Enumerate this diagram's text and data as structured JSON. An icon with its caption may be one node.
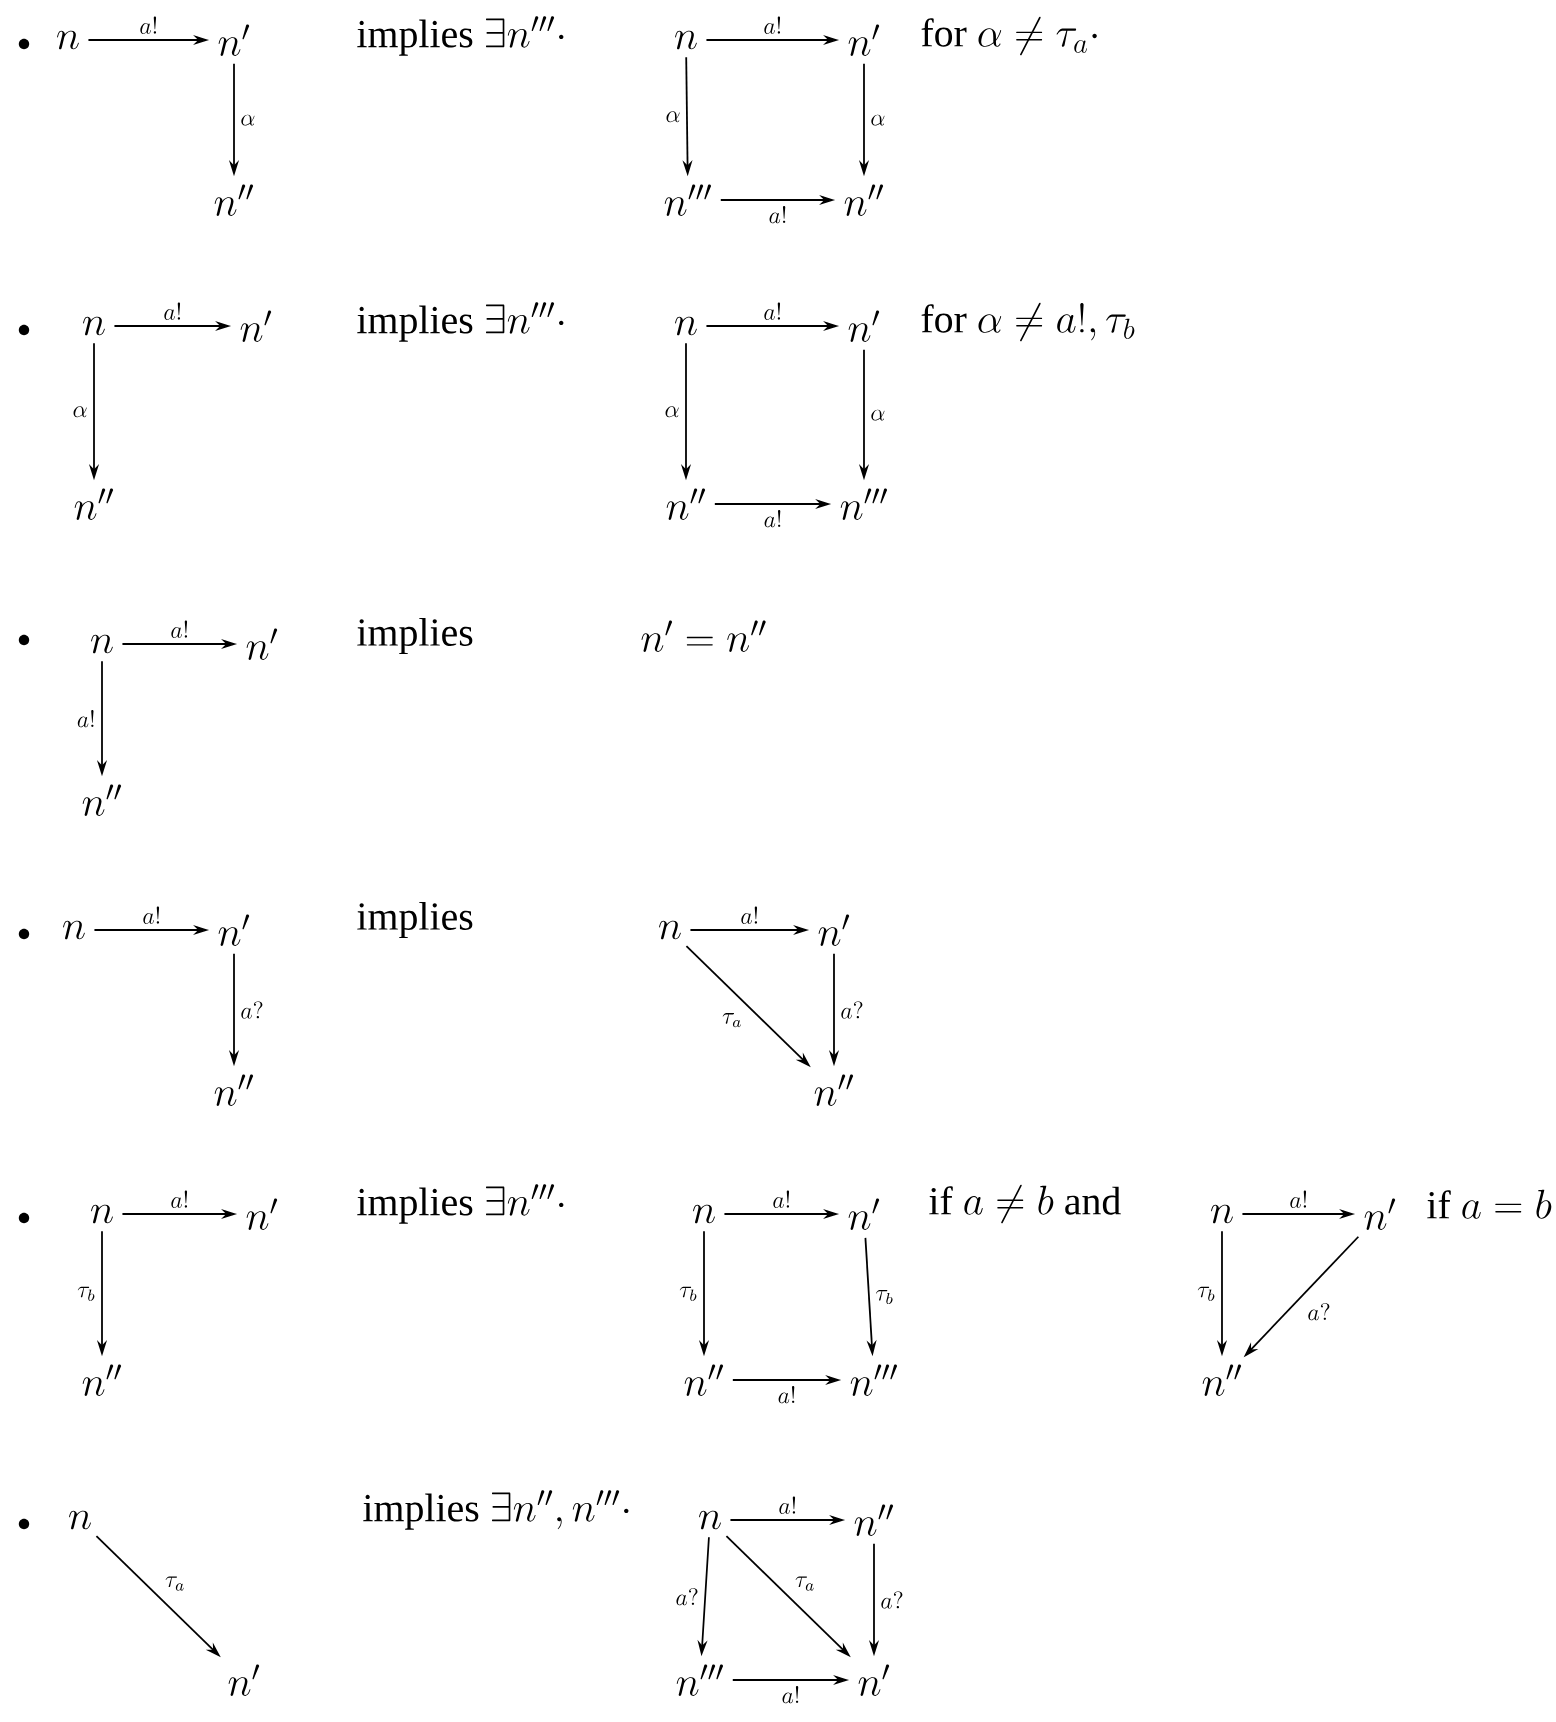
{
  "diagram": {
    "nodes": [
      {
        "text": [
          "n"
        ]
      },
      {
        "text": [
          "n'"
        ]
      },
      {
        "text": [
          "n''"
        ]
      },
      {
        "text": [
          "n"
        ]
      },
      {
        "text": [
          "n'"
        ]
      },
      {
        "text": [
          "n'''"
        ]
      },
      {
        "text": [
          "n''"
        ]
      },
      {
        "text": [
          "n"
        ]
      },
      {
        "text": [
          "n'"
        ]
      },
      {
        "text": [
          "n''"
        ]
      },
      {
        "text": [
          "n"
        ]
      },
      {
        "text": [
          "n'"
        ]
      },
      {
        "text": [
          "n''"
        ]
      },
      {
        "text": [
          "n'''"
        ]
      },
      {
        "text": [
          "n"
        ]
      },
      {
        "text": [
          "n'"
        ]
      },
      {
        "text": [
          "n''"
        ]
      },
      {
        "text": [
          "n"
        ]
      },
      {
        "text": [
          "n'"
        ]
      },
      {
        "text": [
          "n''"
        ]
      },
      {
        "text": [
          "n"
        ]
      },
      {
        "text": [
          "n'"
        ]
      },
      {
        "text": [
          "n''"
        ]
      },
      {
        "text": [
          "n"
        ]
      },
      {
        "text": [
          "n'"
        ]
      },
      {
        "text": [
          "n''"
        ]
      },
      {
        "text": [
          "n"
        ]
      },
      {
        "text": [
          "n'"
        ]
      },
      {
        "text": [
          "n''"
        ]
      },
      {
        "text": [
          "n'''"
        ]
      },
      {
        "text": [
          "n"
        ]
      },
      {
        "text": [
          "n'"
        ]
      },
      {
        "text": [
          "n''"
        ]
      },
      {
        "text": [
          "n"
        ]
      },
      {
        "text": [
          "n'"
        ]
      },
      {
        "text": [
          "n"
        ]
      },
      {
        "text": [
          "n''"
        ]
      },
      {
        "text": [
          "n'''"
        ]
      },
      {
        "text": [
          "n'"
        ]
      }
    ],
    "edges": [
      {
        "from": 0,
        "to": 1,
        "arrow": "to",
        "label": "a!"
      },
      {
        "from": 1,
        "to": 2,
        "arrow": "to",
        "label": "\\alpha"
      },
      {
        "from": 3,
        "to": 4,
        "arrow": "to",
        "label": "a!"
      },
      {
        "from": 3,
        "to": 5,
        "arrow": "to",
        "label": "\\alpha"
      },
      {
        "from": 4,
        "to": 6,
        "arrow": "to",
        "label": "\\alpha"
      },
      {
        "from": 5,
        "to": 6,
        "arrow": "to",
        "label": "a!"
      },
      {
        "from": 7,
        "to": 8,
        "arrow": "to",
        "label": "a!"
      },
      {
        "from": 7,
        "to": 9,
        "arrow": "to",
        "label": "\\alpha"
      },
      {
        "from": 10,
        "to": 11,
        "arrow": "to",
        "label": "a!"
      },
      {
        "from": 10,
        "to": 12,
        "arrow": "to",
        "label": "\\alpha"
      },
      {
        "from": 11,
        "to": 13,
        "arrow": "to",
        "label": "\\alpha"
      },
      {
        "from": 12,
        "to": 13,
        "arrow": "to",
        "label": "a!"
      },
      {
        "from": 14,
        "to": 15,
        "arrow": "to",
        "label": "a!"
      },
      {
        "from": 14,
        "to": 16,
        "arrow": "to",
        "label": "a!"
      },
      {
        "from": 17,
        "to": 18,
        "arrow": "to",
        "label": "a!"
      },
      {
        "from": 18,
        "to": 19,
        "arrow": "to",
        "label": "a?"
      },
      {
        "from": 20,
        "to": 21,
        "arrow": "to",
        "label": "a!"
      },
      {
        "from": 20,
        "to": 22,
        "arrow": "to",
        "label": "\\tau_a"
      },
      {
        "from": 21,
        "to": 22,
        "arrow": "to",
        "label": "a?"
      },
      {
        "from": 23,
        "to": 24,
        "arrow": "to",
        "label": "a!"
      },
      {
        "from": 23,
        "to": 25,
        "arrow": "to",
        "label": "\\tau_b"
      },
      {
        "from": 26,
        "to": 27,
        "arrow": "to",
        "label": "a!"
      },
      {
        "from": 26,
        "to": 28,
        "arrow": "to",
        "label": "\\tau_b"
      },
      {
        "from": 27,
        "to": 29,
        "arrow": "to",
        "label": "\\tau_b"
      },
      {
        "from": 28,
        "to": 29,
        "arrow": "to",
        "label": "a!"
      },
      {
        "from": 30,
        "to": 31,
        "arrow": "to",
        "label": "a!"
      },
      {
        "from": 30,
        "to": 32,
        "arrow": "to",
        "label": "\\tau_b"
      },
      {
        "from": 31,
        "to": 32,
        "arrow": "to",
        "label": "a?"
      },
      {
        "from": 33,
        "to": 34,
        "arrow": "to",
        "label": "\\tau_a"
      },
      {
        "from": 35,
        "to": 36,
        "arrow": "to",
        "label": "a!"
      },
      {
        "from": 35,
        "to": 37,
        "arrow": "to",
        "label": "a?"
      },
      {
        "from": 36,
        "to": 38,
        "arrow": "to",
        "label": "a?"
      },
      {
        "from": 35,
        "to": 38,
        "arrow": "to",
        "label": "\\tau_a"
      },
      {
        "from": 37,
        "to": 38,
        "arrow": "to",
        "label": "a!"
      }
    ],
    "labels": [
      "\\mbox{implies }\\exists n'''\\cdot",
      "\\mbox{for }\\alpha \\neq \\tau_a\\cdot",
      "\\mbox{implies }\\exists n'''\\cdot",
      "\\mbox{for }\\alpha \\neq a!, \\tau_b",
      "implies",
      "n' = n''",
      "implies",
      "\\mbox{implies }\\exists n'''\\cdot",
      "\\mbox{if }a \\neq b\\mbox{ and}",
      "\\mbox{if }a = b",
      "\\mbox{implies }\\exists n'', n'''\\cdot"
    ]
  }
}
